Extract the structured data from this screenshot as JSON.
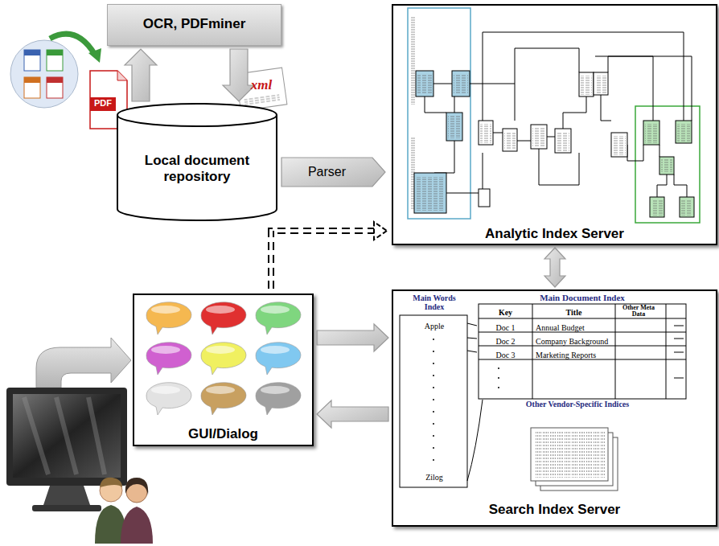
{
  "diagram": {
    "nodes": [
      {
        "text": [
          "OCR, PDFminer"
        ]
      },
      {
        "text": [
          "Local document repository"
        ]
      },
      {
        "text": [
          "Analytic Index Server"
        ]
      },
      {
        "text": [
          "GUI/Dialog"
        ]
      },
      {
        "text": [
          "Search Index Server"
        ]
      },
      {
        "text": [
          "Main Words Index",
          "Apple",
          "Zilog"
        ],
        "in": 4
      },
      {
        "text": [
          "Main Document Index",
          "Key",
          "Title",
          "Other Meta Data",
          "Doc 1",
          "Annual Budget",
          "Doc 2",
          "Company Background",
          "Doc 3",
          "Marketing Reports"
        ],
        "in": 4
      },
      {
        "text": [
          "Other Vendor-Specific Indices"
        ],
        "in": 4
      }
    ],
    "edges": [
      {
        "from": 1,
        "to": 0,
        "arrow": "to"
      },
      {
        "from": 0,
        "to": 1,
        "arrow": "to"
      },
      {
        "from": 1,
        "to": 2,
        "label": "Parser",
        "arrow": "to"
      },
      {
        "from": 3,
        "to": 2,
        "arrow": "to"
      },
      {
        "from": 2,
        "to": 4,
        "arrow": "both"
      },
      {
        "from": 3,
        "to": 4,
        "arrow": "to"
      },
      {
        "from": 4,
        "to": 3,
        "arrow": "to"
      }
    ],
    "labels": [
      "PDF",
      "xml"
    ]
  }
}
